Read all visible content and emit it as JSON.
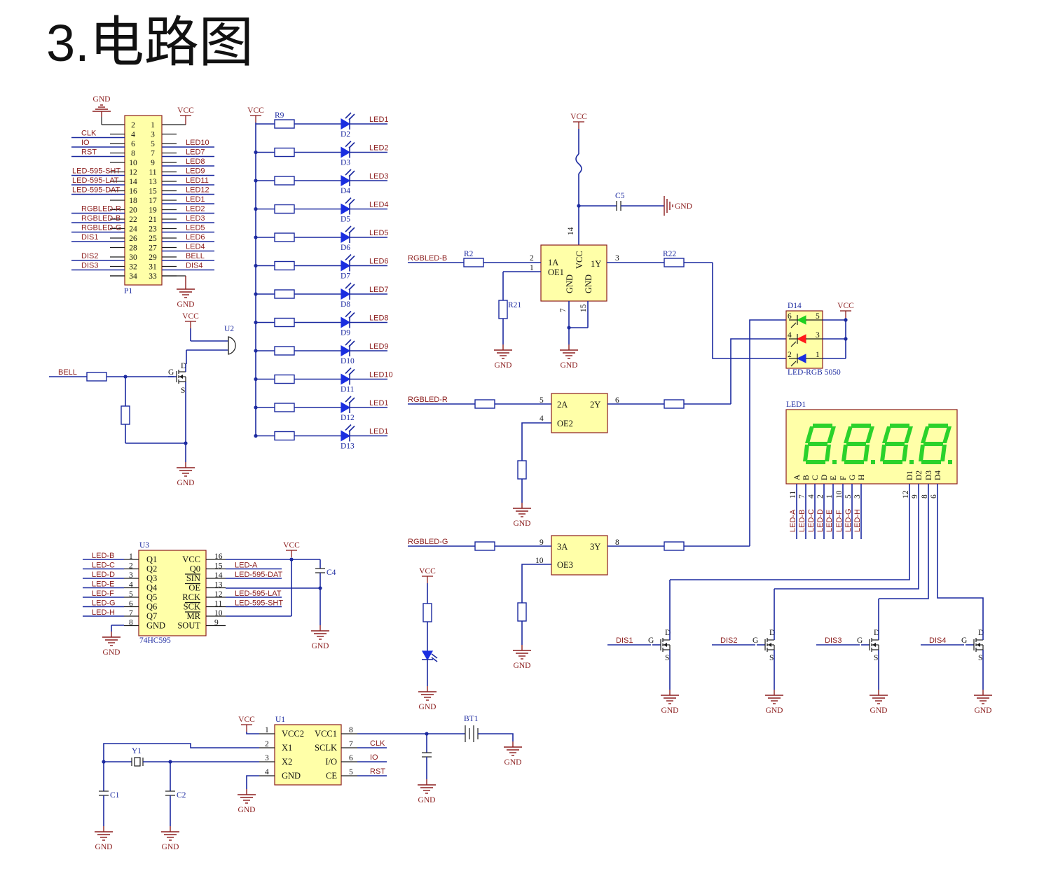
{
  "title": {
    "number": "3",
    "dot": ".",
    "text": "电路图"
  },
  "power": {
    "vcc": "VCC",
    "gnd": "GND"
  },
  "p1": {
    "ref": "P1",
    "pins_left": [
      "2",
      "4",
      "6",
      "8",
      "10",
      "12",
      "14",
      "16",
      "18",
      "20",
      "22",
      "24",
      "26",
      "28",
      "30",
      "32",
      "34"
    ],
    "pins_right": [
      "1",
      "3",
      "5",
      "7",
      "9",
      "11",
      "13",
      "15",
      "17",
      "19",
      "21",
      "23",
      "25",
      "27",
      "29",
      "31",
      "33"
    ],
    "nets_left": [
      "",
      "CLK",
      "IO",
      "RST",
      "",
      "LED-595-SHT",
      "LED-595-LAT",
      "LED-595-DAT",
      "",
      "RGBLED-R",
      "RGBLED-B",
      "RGBLED-G",
      "DIS1",
      "",
      "DIS2",
      "DIS3",
      ""
    ],
    "nets_right": [
      "",
      "",
      "LED10",
      "LED7",
      "LED8",
      "LED9",
      "LED11",
      "LED12",
      "LED1",
      "LED2",
      "LED3",
      "LED5",
      "LED6",
      "LED4",
      "BELL",
      "DIS4",
      ""
    ]
  },
  "led_array": {
    "resistor": "R9",
    "diodes": [
      "D2",
      "D3",
      "D4",
      "D5",
      "D6",
      "D7",
      "D8",
      "D9",
      "D10",
      "D11",
      "D12",
      "D13"
    ],
    "nets": [
      "LED1",
      "LED2",
      "LED3",
      "LED4",
      "LED5",
      "LED6",
      "LED7",
      "LED8",
      "LED9",
      "LED10",
      "LED1",
      "LED1"
    ]
  },
  "buzzer": {
    "ref": "U2",
    "net": "BELL"
  },
  "buffer": {
    "r2": "R2",
    "r21": "R21",
    "r22": "R22",
    "c5": "C5",
    "in_b": "RGBLED-B",
    "in_r": "RGBLED-R",
    "in_g": "RGBLED-G",
    "g1": {
      "a": "1A",
      "oe": "OE1",
      "vcc": "VCC",
      "y": "1Y",
      "gnd1": "GND",
      "gnd2": "GND",
      "p_a": "2",
      "p_oe": "1",
      "p_vcc": "14",
      "p_y": "3",
      "p_g1": "7",
      "p_g2": "15"
    },
    "g2": {
      "a": "2A",
      "oe": "OE2",
      "y": "2Y",
      "p_a": "5",
      "p_oe": "4",
      "p_y": "6"
    },
    "g3": {
      "a": "3A",
      "oe": "OE3",
      "y": "3Y",
      "p_a": "9",
      "p_oe": "10",
      "p_y": "8"
    }
  },
  "rgb": {
    "ref": "D14",
    "name": "LED-RGB 5050",
    "pins": [
      "6",
      "5",
      "4",
      "3",
      "2",
      "1"
    ]
  },
  "display": {
    "ref": "LED1",
    "digits": "8.8.8.8.",
    "seg_labels": [
      "A",
      "B",
      "C",
      "D",
      "E",
      "F",
      "G",
      "H"
    ],
    "seg_pins": [
      "11",
      "7",
      "4",
      "2",
      "1",
      "10",
      "5",
      "3"
    ],
    "seg_nets": [
      "LED-A",
      "LED-B",
      "LED-C",
      "LED-D",
      "LED-E",
      "LED-F",
      "LED-G",
      "LED-H"
    ],
    "dig_labels": [
      "D1",
      "D2",
      "D3",
      "D4"
    ],
    "dig_pins": [
      "12",
      "9",
      "8",
      "6"
    ]
  },
  "dis": {
    "nets": [
      "DIS1",
      "DIS2",
      "DIS3",
      "DIS4"
    ],
    "g": "G",
    "d": "D",
    "s": "S"
  },
  "u3": {
    "ref": "U3",
    "part": "74HC595",
    "pins_left": [
      "1",
      "2",
      "3",
      "4",
      "5",
      "6",
      "7",
      "8"
    ],
    "names_left": [
      "Q1",
      "Q2",
      "Q3",
      "Q4",
      "Q5",
      "Q6",
      "Q7",
      "GND"
    ],
    "nets_left": [
      "LED-B",
      "LED-C",
      "LED-D",
      "LED-E",
      "LED-F",
      "LED-G",
      "LED-H",
      ""
    ],
    "pins_right": [
      "16",
      "15",
      "14",
      "13",
      "12",
      "11",
      "10",
      "9"
    ],
    "names_right": [
      "VCC",
      "Q0",
      "SIN",
      "OE",
      "RCK",
      "SCK",
      "MR",
      "SOUT"
    ],
    "nets_right": [
      "",
      "LED-A",
      "LED-595-DAT",
      "",
      "LED-595-LAT",
      "LED-595-SHT",
      "",
      ""
    ],
    "cap": "C4"
  },
  "u1": {
    "ref": "U1",
    "pins_left": [
      "1",
      "2",
      "3",
      "4"
    ],
    "names_left": [
      "VCC2",
      "X1",
      "X2",
      "GND"
    ],
    "pins_right": [
      "8",
      "7",
      "6",
      "5"
    ],
    "names_right": [
      "VCC1",
      "SCLK",
      "I/O",
      "CE"
    ],
    "nets_right": [
      "",
      "CLK",
      "IO",
      "RST"
    ],
    "y1": "Y1",
    "c1": "C1",
    "c2": "C2",
    "bt1": "BT1"
  }
}
